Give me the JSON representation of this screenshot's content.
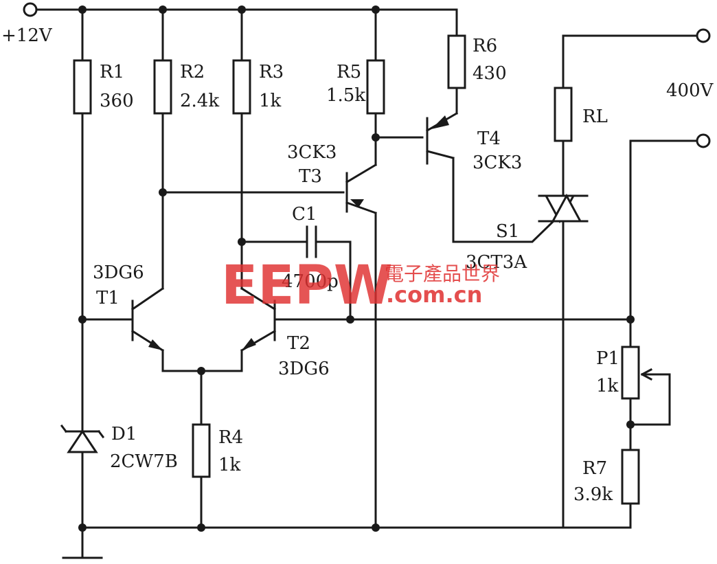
{
  "supply": {
    "label": "+12V"
  },
  "load_supply": {
    "label": "400V"
  },
  "components": {
    "R1": {
      "name": "R1",
      "value": "360"
    },
    "R2": {
      "name": "R2",
      "value": "2.4k"
    },
    "R3": {
      "name": "R3",
      "value": "1k"
    },
    "R4": {
      "name": "R4",
      "value": "1k"
    },
    "R5": {
      "name": "R5",
      "value": "1.5k"
    },
    "R6": {
      "name": "R6",
      "value": "430"
    },
    "R7": {
      "name": "R7",
      "value": "3.9k"
    },
    "RL": {
      "name": "RL"
    },
    "P1": {
      "name": "P1",
      "value": "1k"
    },
    "C1": {
      "name": "C1",
      "value": "4700p"
    },
    "D1": {
      "name": "D1",
      "part": "2CW7B"
    },
    "T1": {
      "name": "T1",
      "part": "3DG6"
    },
    "T2": {
      "name": "T2",
      "part": "3DG6"
    },
    "T3": {
      "name": "T3",
      "part": "3CK3"
    },
    "T4": {
      "name": "T4",
      "part": "3CK3"
    },
    "S1": {
      "name": "S1",
      "part": "3CT3A"
    }
  },
  "watermark": {
    "logo": "EEPW",
    "cn_text": "電子產品世界",
    "domain": ".com.cn",
    "color": "#e03030"
  }
}
